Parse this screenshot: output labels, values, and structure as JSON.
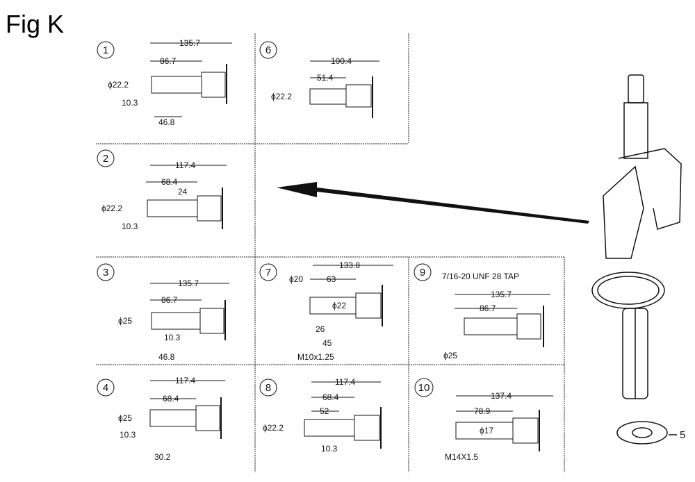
{
  "title": "Fig K",
  "callout": "5",
  "panels": [
    {
      "num": "1",
      "dims": {
        "total": "135.7",
        "mid": "86.7",
        "dia": "ϕ22.2",
        "small": "10.3",
        "bottom": "46.8"
      }
    },
    {
      "num": "6",
      "dims": {
        "total": "100.4",
        "mid": "51.4",
        "dia": "ϕ22.2"
      }
    },
    {
      "num": "2",
      "dims": {
        "total": "117.4",
        "mid": "68.4",
        "key": "24",
        "dia": "ϕ22.2",
        "small": "10.3"
      }
    },
    {
      "num": "3",
      "dims": {
        "total": "135.7",
        "mid": "86.7",
        "dia": "ϕ25",
        "small": "10.3",
        "bottom": "46.8"
      }
    },
    {
      "num": "7",
      "dims": {
        "total": "133.8",
        "mid": "63",
        "dia": "ϕ20",
        "dia2": "ϕ22",
        "a": "26",
        "b": "45",
        "thread": "M10x1.25"
      }
    },
    {
      "num": "9",
      "dims": {
        "tap": "7/16-20 UNF 28 TAP",
        "total": "135.7",
        "mid": "86.7",
        "dia": "ϕ25"
      }
    },
    {
      "num": "4",
      "dims": {
        "total": "117.4",
        "mid": "68.4",
        "dia": "ϕ25",
        "small": "10.3",
        "bottom": "30.2"
      }
    },
    {
      "num": "8",
      "dims": {
        "total": "117.4",
        "mid": "68.4",
        "sub": "52",
        "dia": "ϕ22.2",
        "small": "10.3"
      }
    },
    {
      "num": "10",
      "dims": {
        "total": "137.4",
        "mid": "78.9",
        "dia": "ϕ17",
        "thread": "M14X1.5"
      }
    }
  ]
}
